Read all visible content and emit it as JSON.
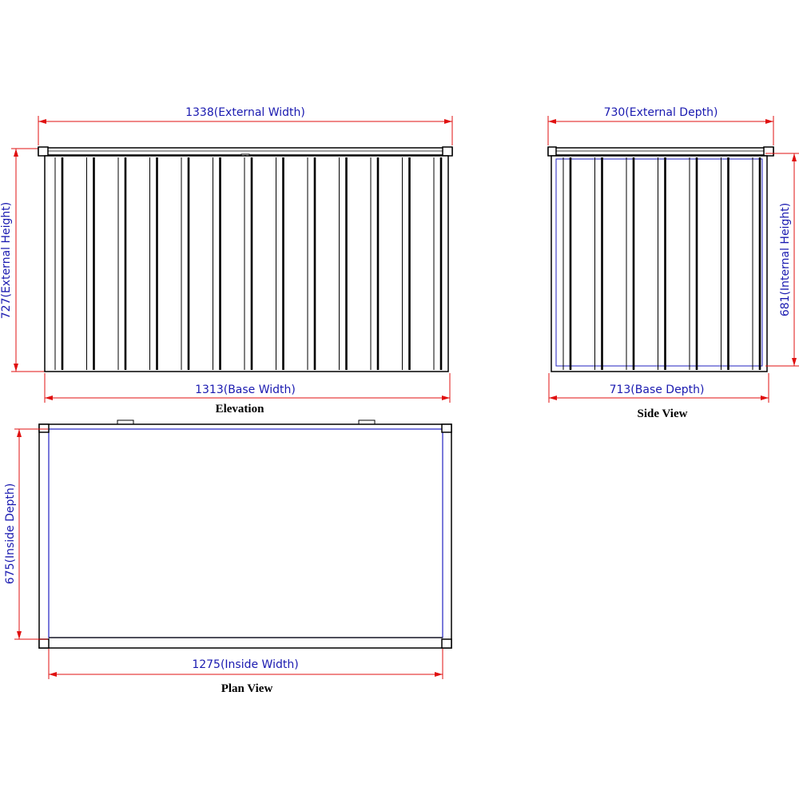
{
  "colors": {
    "dimension_line": "#e01010",
    "dimension_text": "#1a1ab0",
    "outline": "#000000",
    "inner_outline": "#2020c0"
  },
  "elevation": {
    "caption": "Elevation",
    "external_width": "1338(External Width)",
    "external_height": "727(External Height)",
    "base_width": "1313(Base Width)"
  },
  "side_view": {
    "caption": "Side View",
    "external_depth": "730(External Depth)",
    "internal_height": "681(Internal Height)",
    "base_depth": "713(Base Depth)"
  },
  "plan_view": {
    "caption": "Plan View",
    "inside_depth": "675(Inside Depth)",
    "inside_width": "1275(Inside Width)"
  }
}
